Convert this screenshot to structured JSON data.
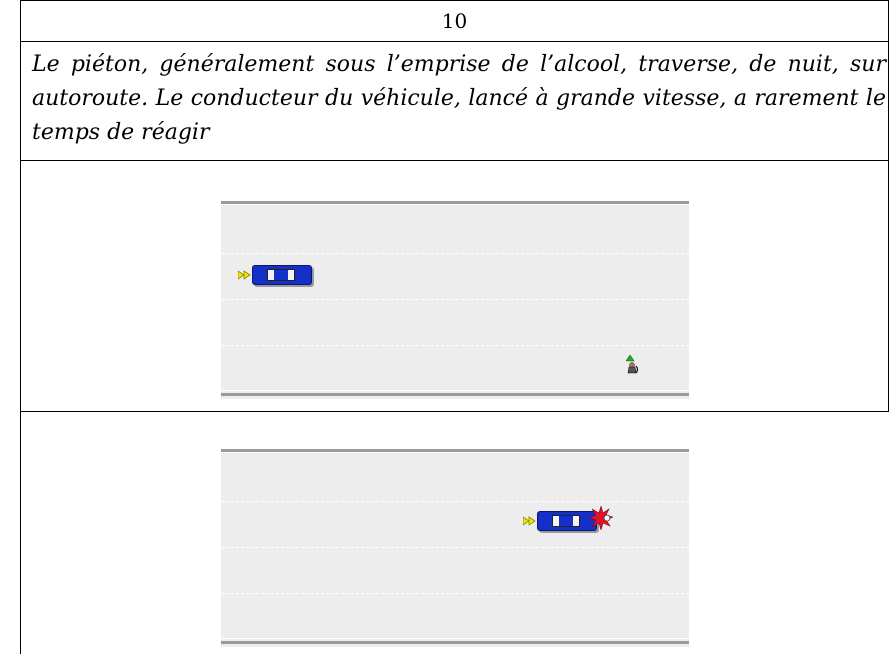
{
  "table": {
    "number": "10",
    "caption": "Le piéton, généralement sous l’emprise de l’alcool, traverse, de nuit, sur autoroute. Le conducteur du véhicule, lancé à grande vitesse, a rarement le temps de réagir"
  },
  "scenes": [
    {
      "name": "before-impact",
      "car_direction": "right",
      "pedestrian": "present",
      "impact": "none"
    },
    {
      "name": "impact",
      "car_direction": "right",
      "pedestrian": "struck",
      "impact": "present"
    }
  ],
  "colors": {
    "car_body": "#1430c8",
    "road": "#ededed",
    "road_edge": "#9a9a9a",
    "impact": "#e3122a",
    "direction_arrow": "#f2e600",
    "pedestrian_marker": "#20b020"
  },
  "icons": {
    "car": "car-top-view-icon",
    "direction": "double-arrow-right-icon",
    "pedestrian": "pedestrian-icon",
    "impact": "collision-burst-icon"
  }
}
